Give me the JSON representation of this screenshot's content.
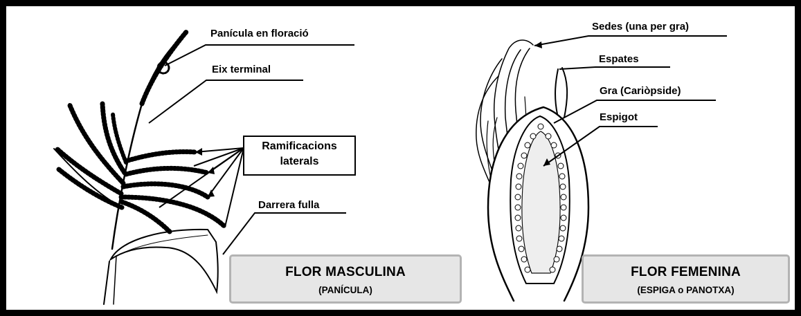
{
  "male": {
    "labels": {
      "panicula": "Panícula en floració",
      "eix": "Eix terminal",
      "ramificacions_line1": "Ramificacions",
      "ramificacions_line2": "laterals",
      "darrera": "Darrera fulla"
    },
    "title": "FLOR MASCULINA",
    "subtitle": "(PANÍCULA)"
  },
  "female": {
    "labels": {
      "sedes": "Sedes (una per gra)",
      "espates": "Espates",
      "gra": "Gra (Cariòpside)",
      "espigot": "Espigot"
    },
    "title": "FLOR FEMENINA",
    "subtitle": "(ESPIGA o PANOTXA)"
  },
  "colors": {
    "frame": "#000000",
    "title_box_fill": "#e6e6e6",
    "title_box_border": "#b3b3b3"
  }
}
